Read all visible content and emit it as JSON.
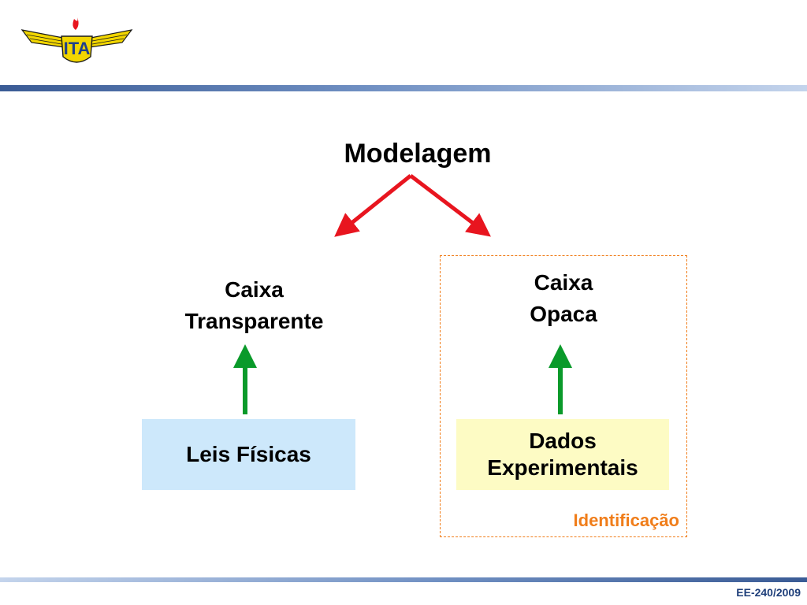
{
  "header": {
    "logo_icon": "ita-winged-emblem-icon",
    "logo_text": "ITA"
  },
  "diagram": {
    "title": "Modelagem",
    "left_branch": {
      "label_lines": [
        "Caixa",
        "Transparente"
      ],
      "source_box": {
        "text": "Leis Físicas",
        "color": "#cde8fb"
      }
    },
    "right_branch": {
      "label_lines": [
        "Caixa",
        "Opaca"
      ],
      "source_box": {
        "lines": [
          "Dados",
          "Experimentais"
        ],
        "color": "#fdfbc4"
      }
    },
    "group_label": "Identificação",
    "colors": {
      "split_arrow": "#e8151f",
      "up_arrow": "#0a9a2a",
      "group_frame": "#f07d1a",
      "header_bar": "#3a5b95"
    }
  },
  "footer": {
    "slide_number": "EE-240/2009"
  }
}
